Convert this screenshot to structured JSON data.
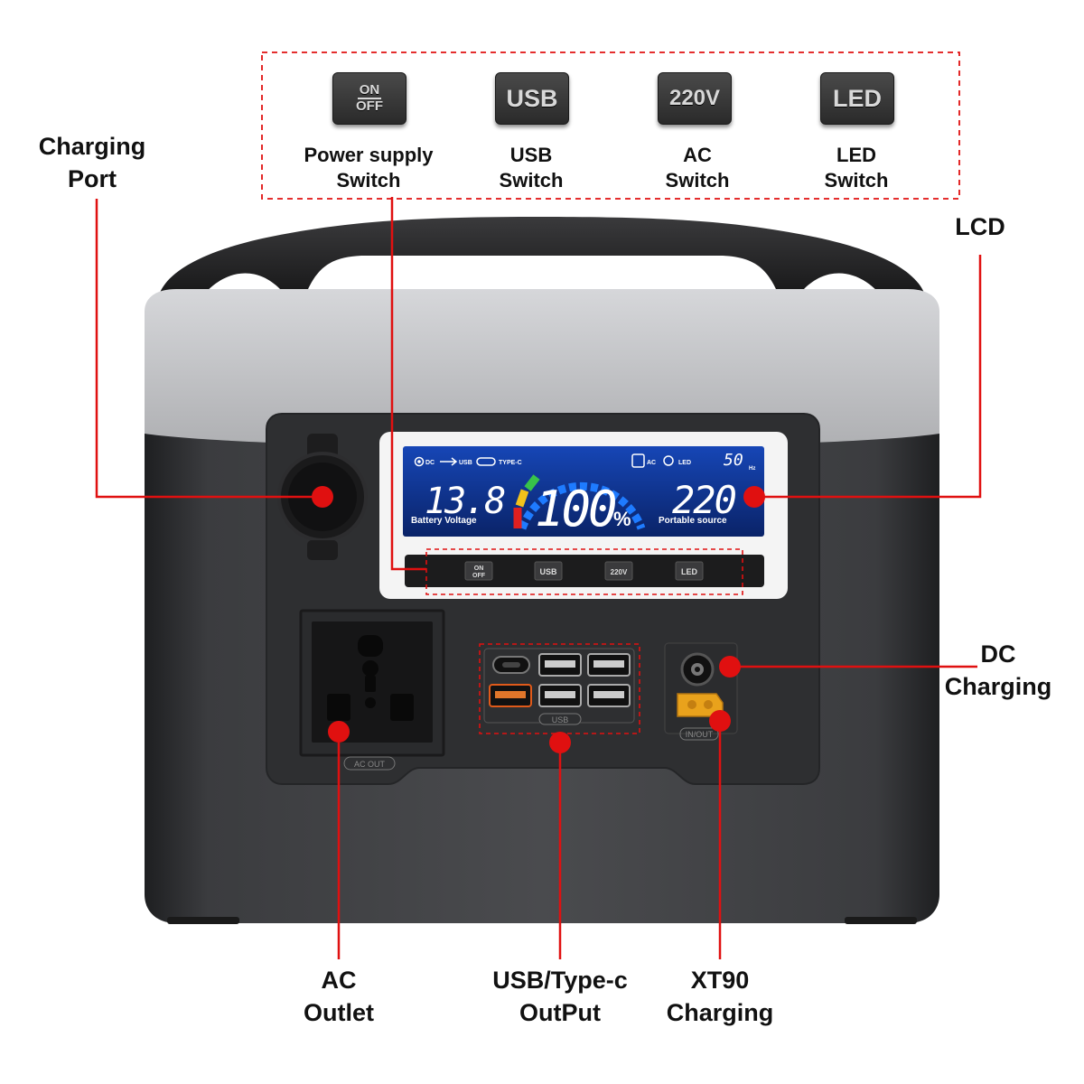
{
  "buttons": [
    {
      "key_top": "ON",
      "key_bottom": "OFF",
      "label_line1": "Power supply",
      "label_line2": "Switch"
    },
    {
      "key": "USB",
      "label_line1": "USB",
      "label_line2": "Switch"
    },
    {
      "key": "220V",
      "label_line1": "AC",
      "label_line2": "Switch"
    },
    {
      "key": "LED",
      "label_line1": "LED",
      "label_line2": "Switch"
    }
  ],
  "callouts": {
    "charging_port": [
      "Charging",
      "Port"
    ],
    "lcd": "LCD",
    "dc_charging": [
      "DC",
      "Charging"
    ],
    "ac_outlet": [
      "AC",
      "Outlet"
    ],
    "usb_output": [
      "USB/Type-c",
      "OutPut"
    ],
    "xt90": [
      "XT90",
      "Charging"
    ]
  },
  "lcd": {
    "icons_left": [
      "DC",
      "USB",
      "TYPE-C"
    ],
    "icons_right": [
      "AC",
      "LED"
    ],
    "battery_voltage": "13.8",
    "battery_voltage_label": "Battery Voltage",
    "percent": "100",
    "percent_sign": "%",
    "output_voltage": "220",
    "output_label": "Portable source",
    "frequency": "50",
    "frequency_unit": "Hz"
  },
  "panel_buttons": [
    {
      "top": "ON",
      "bottom": "OFF"
    },
    {
      "label": "USB"
    },
    {
      "label": "220V"
    },
    {
      "label": "LED"
    }
  ],
  "panel_labels": {
    "ac_out": "AC OUT",
    "usb": "USB",
    "in_out": "IN/OUT"
  },
  "colors": {
    "callout_red": "#e01010",
    "body_dark": "#3a3b3e",
    "body_light": "#b9babd",
    "lcd_blue": "#0d2e8a"
  }
}
